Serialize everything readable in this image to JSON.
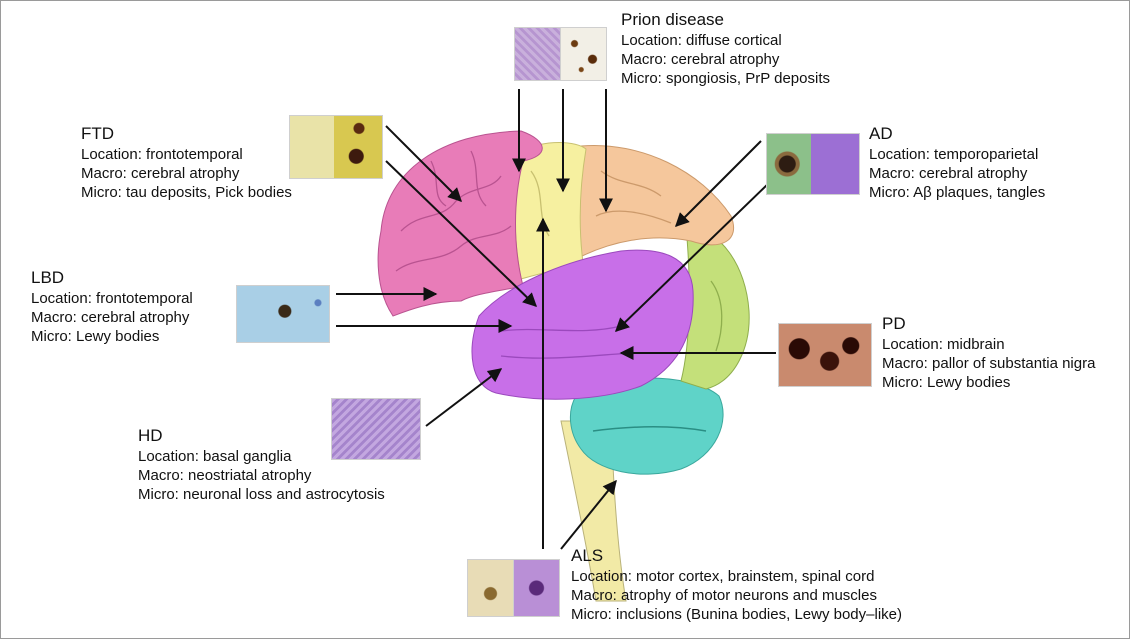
{
  "diseases": {
    "prion": {
      "title": "Prion disease",
      "location": "Location: diffuse cortical",
      "macro": "Macro: cerebral atrophy",
      "micro": "Micro: spongiosis, PrP deposits"
    },
    "ftd": {
      "title": "FTD",
      "location": "Location: frontotemporal",
      "macro": "Macro: cerebral atrophy",
      "micro": "Micro: tau deposits, Pick bodies"
    },
    "ad": {
      "title": "AD",
      "location": "Location: temporoparietal",
      "macro": "Macro: cerebral atrophy",
      "micro": "Micro: Aβ plaques, tangles"
    },
    "lbd": {
      "title": "LBD",
      "location": "Location: frontotemporal",
      "macro": "Macro: cerebral atrophy",
      "micro": "Micro: Lewy bodies"
    },
    "pd": {
      "title": "PD",
      "location": "Location: midbrain",
      "macro": "Macro: pallor of substantia nigra",
      "micro": "Micro: Lewy bodies"
    },
    "hd": {
      "title": "HD",
      "location": "Location: basal ganglia",
      "macro": "Macro: neostriatal atrophy",
      "micro": "Micro: neuronal loss and astrocytosis"
    },
    "als": {
      "title": "ALS",
      "location": "Location: motor cortex, brainstem, spinal cord",
      "macro": "Macro: atrophy of motor neurons and muscles",
      "micro": "Micro: inclusions (Bunina bodies, Lewy body–like)"
    }
  },
  "colors": {
    "frontal": "#e87cb8",
    "parietal_top": "#f6f0a0",
    "parietal": "#f5c79c",
    "temporal": "#c86fe8",
    "occipital": "#c4e07a",
    "cerebellum": "#5fd3c8",
    "brainstem": "#f2eaa6",
    "arrow": "#111111"
  }
}
